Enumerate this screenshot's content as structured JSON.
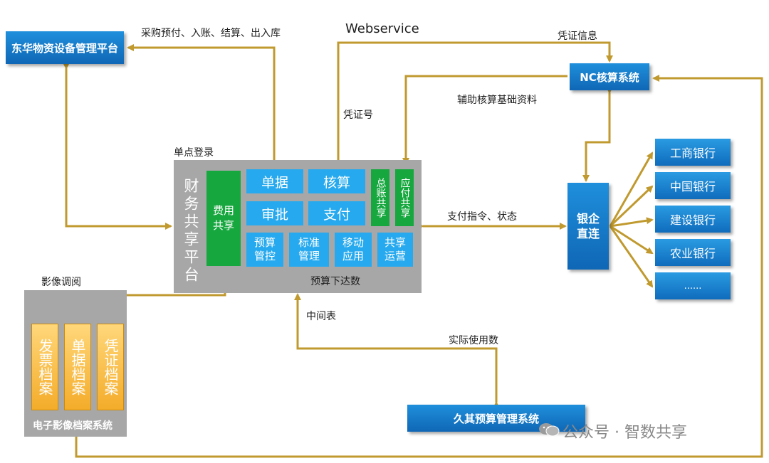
{
  "systems": {
    "donghua": "东华物资设备管理平台",
    "nc": "NC核算系统",
    "budget": "久其预算管理系统",
    "bank_direct": "银企\n直连",
    "archive_system": "电子影像档案系统"
  },
  "platform": {
    "title": "财务共享平台",
    "fee_share": "费用\n共享",
    "doc": "单据",
    "accounting": "核算",
    "approval": "审批",
    "payment": "支付",
    "ledger_share": "总账共享",
    "payable_share": "应付共享",
    "budget_control": "预算\n管控",
    "standard_mgmt": "标准\n管理",
    "mobile_app": "移动\n应用",
    "shared_ops": "共享\n运营",
    "budget_issue": "预算下达数"
  },
  "archives": {
    "invoice": "发票档案",
    "doc": "单据档案",
    "voucher": "凭证档案"
  },
  "banks": [
    "工商银行",
    "中国银行",
    "建设银行",
    "农业银行",
    "......"
  ],
  "labels": {
    "purchase": "采购预付、入账、结算、出入库",
    "webservice": "Webservice",
    "voucher_info": "凭证信息",
    "aux_data": "辅助核算基础资料",
    "voucher_no": "凭证号",
    "sso": "单点登录",
    "payment_cmd": "支付指令、状态",
    "image_view": "影像调阅",
    "mid_table": "中间表",
    "actual_use": "实际使用数"
  },
  "watermark": "公众号 · 智数共享",
  "colors": {
    "arrow": "#c09a2f",
    "box_blue": "#1479c6",
    "green": "#17a73f",
    "cyan": "#26a9ee",
    "gray": "#a7a7a7"
  }
}
